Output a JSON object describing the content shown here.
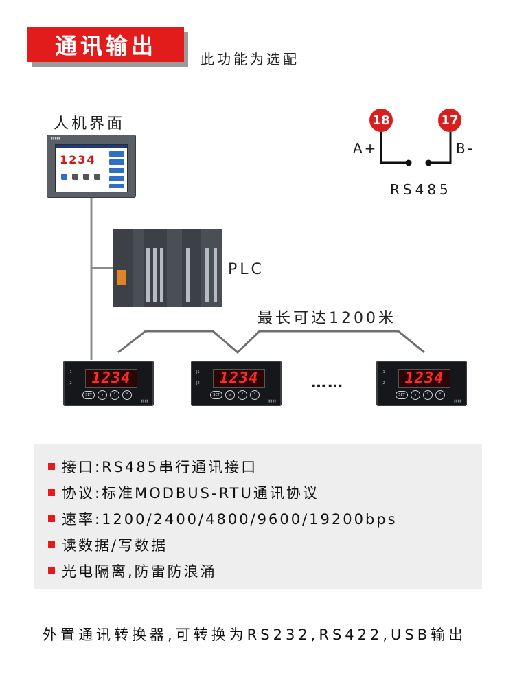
{
  "header": {
    "title": "通讯输出",
    "subtitle": "此功能为选配"
  },
  "diagram": {
    "hmi_label": "人机界面",
    "hmi_display": "1234",
    "plc_label": "PLC",
    "distance_label": "最长可达1200米",
    "ellipsis": "……",
    "terminals": [
      {
        "number": "18",
        "label": "A+"
      },
      {
        "number": "17",
        "label": "B-"
      }
    ],
    "interface_label": "RS485",
    "meters": [
      {
        "display": "1234",
        "set_label": "SET"
      },
      {
        "display": "1234",
        "set_label": "SET"
      },
      {
        "display": "1234",
        "set_label": "SET"
      }
    ],
    "colors": {
      "accent": "#e21b1b",
      "meter_digits": "#ff2a2a"
    }
  },
  "specs": [
    "接口:RS485串行通讯接口",
    "协议:标准MODBUS-RTU通讯协议",
    "速率:1200/2400/4800/9600/19200bps",
    "读数据/写数据",
    "光电隔离,防雷防浪涌"
  ],
  "footer": "外置通讯转换器,可转换为RS232,RS422,USB输出"
}
